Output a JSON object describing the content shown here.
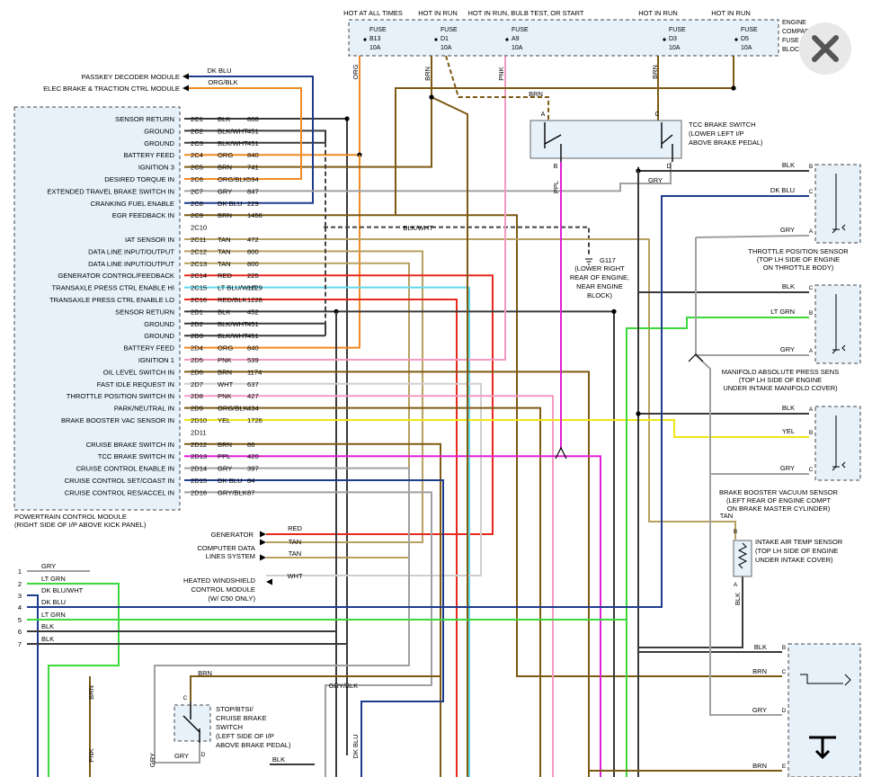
{
  "fuse_block": {
    "hot_labels": [
      "HOT AT ALL TIMES",
      "HOT IN RUN",
      "HOT IN RUN, BULB TEST, OR START",
      "HOT IN RUN",
      "HOT IN RUN"
    ],
    "fuses": [
      {
        "word": "FUSE",
        "id": "B13",
        "rating": "10A"
      },
      {
        "word": "FUSE",
        "id": "D1",
        "rating": "10A"
      },
      {
        "word": "FUSE",
        "id": "A9",
        "rating": "10A"
      },
      {
        "word": "FUSE",
        "id": "D3",
        "rating": "10A"
      },
      {
        "word": "FUSE",
        "id": "D5",
        "rating": "10A"
      }
    ],
    "name_lines": [
      "ENGINE",
      "COMPARTMENT",
      "FUSE",
      "BLOCK"
    ]
  },
  "top_connectors": [
    {
      "label": "PASSKEY DECODER MODULE",
      "wire": "DK BLU"
    },
    {
      "label": "ELEC BRAKE & TRACTION CTRL MODULE",
      "wire": "ORG/BLK"
    }
  ],
  "pcm": {
    "caption_lines": [
      "POWERTRAIN CONTROL MODULE",
      "(RIGHT SIDE OF I/P ABOVE KICK PANEL)"
    ],
    "pins": [
      {
        "label": "SENSOR RETURN",
        "pin": "2C1",
        "color": "BLK",
        "circuit": "808"
      },
      {
        "label": "GROUND",
        "pin": "2C2",
        "color": "BLK/WHT",
        "circuit": "451"
      },
      {
        "label": "GROUND",
        "pin": "2C3",
        "color": "BLK/WHT",
        "circuit": "451"
      },
      {
        "label": "BATTERY FEED",
        "pin": "2C4",
        "color": "ORG",
        "circuit": "840"
      },
      {
        "label": "IGNITION 3",
        "pin": "2C5",
        "color": "BRN",
        "circuit": "741"
      },
      {
        "label": "DESIRED TORQUE IN",
        "pin": "2C6",
        "color": "ORG/BLK",
        "circuit": "594"
      },
      {
        "label": "EXTENDED TRAVEL BRAKE SWITCH IN",
        "pin": "2C7",
        "color": "GRY",
        "circuit": "847"
      },
      {
        "label": "CRANKING FUEL ENABLE",
        "pin": "2C8",
        "color": "DK BLU",
        "circuit": "229"
      },
      {
        "label": "EGR FEEDBACK IN",
        "pin": "2C9",
        "color": "BRN",
        "circuit": "1456"
      },
      {
        "label": "",
        "pin": "2C10",
        "color": "",
        "circuit": ""
      },
      {
        "label": "IAT SENSOR IN",
        "pin": "2C11",
        "color": "TAN",
        "circuit": "472"
      },
      {
        "label": "DATA LINE INPUT/OUTPUT",
        "pin": "2C12",
        "color": "TAN",
        "circuit": "800"
      },
      {
        "label": "DATA LINE INPUT/OUTPUT",
        "pin": "2C13",
        "color": "TAN",
        "circuit": "800"
      },
      {
        "label": "GENERATOR CONTROL/FEEDBACK",
        "pin": "2C14",
        "color": "RED",
        "circuit": "225"
      },
      {
        "label": "TRANSAXLE PRESS CTRL ENABLE HI",
        "pin": "2C15",
        "color": "LT BLU/WHT",
        "circuit": "1229"
      },
      {
        "label": "TRANSAXLE PRESS CTRL ENABLE LO",
        "pin": "2C16",
        "color": "RED/BLK",
        "circuit": "1228"
      },
      {
        "label": "SENSOR RETURN",
        "pin": "2D1",
        "color": "BLK",
        "circuit": "452"
      },
      {
        "label": "GROUND",
        "pin": "2D2",
        "color": "BLK/WHT",
        "circuit": "451"
      },
      {
        "label": "GROUND",
        "pin": "2D3",
        "color": "BLK/WHT",
        "circuit": "451"
      },
      {
        "label": "BATTERY FEED",
        "pin": "2D4",
        "color": "ORG",
        "circuit": "840"
      },
      {
        "label": "IGNITION 1",
        "pin": "2D5",
        "color": "PNK",
        "circuit": "539"
      },
      {
        "label": "OIL LEVEL SWITCH IN",
        "pin": "2D6",
        "color": "BRN",
        "circuit": "1174"
      },
      {
        "label": "FAST IDLE REQUEST IN",
        "pin": "2D7",
        "color": "WHT",
        "circuit": "637"
      },
      {
        "label": "THROTTLE POSITION SWITCH IN",
        "pin": "2D8",
        "color": "PNK",
        "circuit": "427"
      },
      {
        "label": "PARK/NEUTRAL IN",
        "pin": "2D9",
        "color": "ORG/BLK",
        "circuit": "434"
      },
      {
        "label": "BRAKE BOOSTER VAC SENSOR IN",
        "pin": "2D10",
        "color": "YEL",
        "circuit": "1726"
      },
      {
        "label": "",
        "pin": "2D11",
        "color": "",
        "circuit": ""
      },
      {
        "label": "CRUISE BRAKE SWITCH IN",
        "pin": "2D12",
        "color": "BRN",
        "circuit": "86"
      },
      {
        "label": "TCC BRAKE SWITCH IN",
        "pin": "2D13",
        "color": "PPL",
        "circuit": "420"
      },
      {
        "label": "CRUISE CONTROL ENABLE IN",
        "pin": "2D14",
        "color": "GRY",
        "circuit": "397"
      },
      {
        "label": "CRUISE CONTROL SET/COAST IN",
        "pin": "2D15",
        "color": "DK BLU",
        "circuit": "84"
      },
      {
        "label": "CRUISE CONTROL RES/ACCEL IN",
        "pin": "2D16",
        "color": "GRY/BLK",
        "circuit": "87"
      }
    ]
  },
  "wire_labels": {
    "org": "ORG",
    "brn": "BRN",
    "pnk": "PNK",
    "ppl": "PPL",
    "gry": "GRY",
    "blk_wht": "BLK/WHT",
    "tan": "TAN",
    "blk": "BLK",
    "red": "RED",
    "wht": "WHT",
    "gry_blk": "GRY/BLK",
    "dk_blu": "DK BLU"
  },
  "ground": {
    "id": "G117",
    "lines": [
      "(LOWER RIGHT",
      "REAR OF ENGINE,",
      "NEAR ENGINE",
      "BLOCK)"
    ]
  },
  "tcc_switch": {
    "lines": [
      "TCC BRAKE SWITCH",
      "(LOWER LEFT I/P",
      "ABOVE BRAKE PEDAL)"
    ],
    "pins": [
      "A",
      "B",
      "C",
      "D"
    ]
  },
  "tps": {
    "lines": [
      "THROTTLE POSITION SENSOR",
      "(TOP LH SIDE OF ENGINE",
      "ON THROTTLE BODY)"
    ],
    "wires": [
      {
        "pin": "B",
        "color": "BLK"
      },
      {
        "pin": "C",
        "color": "DK BLU"
      },
      {
        "pin": "A",
        "color": "GRY"
      }
    ]
  },
  "map": {
    "lines": [
      "MANIFOLD ABSOLUTE PRESS SENS",
      "(TOP LH SIDE OF ENGINE",
      "UNDER INTAKE MANIFOLD COVER)"
    ],
    "wires": [
      {
        "pin": "C",
        "color": "BLK"
      },
      {
        "pin": "B",
        "color": "LT GRN"
      },
      {
        "pin": "A",
        "color": "GRY"
      }
    ]
  },
  "bbvs": {
    "lines": [
      "BRAKE BOOSTER VACUUM SENSOR",
      "(LEFT REAR OF ENGINE COMPT",
      "ON BRAKE MASTER CYLINDER)"
    ],
    "wires": [
      {
        "pin": "A",
        "color": "BLK"
      },
      {
        "pin": "B",
        "color": "YEL"
      },
      {
        "pin": "C",
        "color": "GRY"
      }
    ]
  },
  "iat": {
    "lines": [
      "INTAKE AIR TEMP SENSOR",
      "(TOP LH SIDE OF ENGINE",
      "UNDER INTAKE COVER)"
    ],
    "pins": [
      "B",
      "A"
    ]
  },
  "bottom_connector": {
    "wires": [
      {
        "pin": "B",
        "color": "BLK"
      },
      {
        "pin": "C",
        "color": "BRN"
      },
      {
        "pin": "D",
        "color": "GRY"
      },
      {
        "pin": "E",
        "color": "BRN"
      }
    ]
  },
  "generator": {
    "label": "GENERATOR"
  },
  "data_lines": {
    "lines": [
      "COMPUTER DATA",
      "LINES SYSTEM"
    ]
  },
  "heated_ws": {
    "lines": [
      "HEATED WINDSHIELD",
      "CONTROL MODULE",
      "(W/ C50 ONLY)"
    ]
  },
  "stop_switch": {
    "lines": [
      "STOP/BTSI/",
      "CRUISE BRAKE",
      "SWITCH",
      "(LEFT SIDE OF I/P",
      "ABOVE BRAKE PEDAL)"
    ],
    "pins": [
      "C",
      "D"
    ]
  },
  "left_wires": [
    {
      "num": "1",
      "color": "GRY"
    },
    {
      "num": "2",
      "color": "LT GRN"
    },
    {
      "num": "3",
      "color": "DK BLU/WHT"
    },
    {
      "num": "4",
      "color": "DK BLU"
    },
    {
      "num": "5",
      "color": "LT GRN"
    },
    {
      "num": "6",
      "color": "BLK"
    },
    {
      "num": "7",
      "color": "BLK"
    }
  ],
  "colors": {
    "org": "#f08a24",
    "brn": "#7d5a14",
    "pnk": "#f49ac2",
    "tan": "#b8a060",
    "red": "#e8281e",
    "ltblu": "#62d8e8",
    "blk": "#3a3a3a",
    "gry": "#a0a0a0",
    "dkblu": "#1e3c8c",
    "ppl": "#e020d8",
    "ltgrn": "#3cd83c",
    "yel": "#f0e614",
    "wht": "#cfcfcf",
    "panel": "#e6f1fa",
    "dash": "#444444"
  },
  "close_button": {
    "icon": "close-icon"
  }
}
